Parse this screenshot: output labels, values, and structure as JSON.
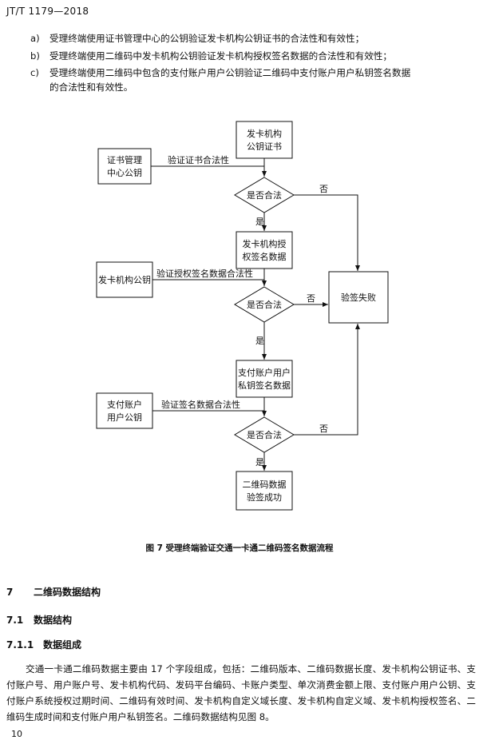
{
  "header": {
    "code": "JT/T 1179—2018"
  },
  "list": [
    {
      "marker": "a)",
      "text": "受理终端使用证书管理中心的公钥验证发卡机构公钥证书的合法性和有效性；"
    },
    {
      "marker": "b)",
      "text": "受理终端使用二维码中发卡机构公钥验证发卡机构授权签名数据的合法性和有效性；"
    },
    {
      "marker": "c)",
      "text": "受理终端使用二维码中包含的支付账户用户公钥验证二维码中支付账户用户私钥签名数据",
      "cont": "的合法性和有效性。"
    }
  ],
  "flow": {
    "box_issuer_cert": [
      "发卡机构",
      "公钥证书"
    ],
    "box_ca_key": [
      "证书管理",
      "中心公钥"
    ],
    "edge_verify_cert": "验证证书合法性",
    "decision": "是否合法",
    "yes": "是",
    "no": "否",
    "box_auth_sig": [
      "发卡机构授",
      "权签名数据"
    ],
    "box_issuer_key": "发卡机构公钥",
    "edge_verify_auth": "验证授权签名数据合法性",
    "box_fail": "验签失败",
    "box_user_sig": [
      "支付账户用户",
      "私钥签名数据"
    ],
    "box_user_key": [
      "支付账户",
      "用户公钥"
    ],
    "edge_verify_sig": "验证签名数据合法性",
    "box_success": [
      "二维码数据",
      "验签成功"
    ]
  },
  "caption": "图 7    受理终端验证交通一卡通二维码签名数据流程",
  "sections": [
    {
      "no": "7",
      "title": "二维码数据结构"
    },
    {
      "no": "7.1",
      "title": "数据结构"
    },
    {
      "no": "7.1.1",
      "title": "数据组成"
    }
  ],
  "paragraph": "交通一卡通二维码数据主要由 17 个字段组成，包括：二维码版本、二维码数据长度、发卡机构公钥证书、支付账户号、用户账户号、发卡机构代码、发码平台编码、卡账户类型、单次消费金额上限、支付账户用户公钥、支付账户系统授权过期时间、二维码有效时间、发卡机构自定义域长度、发卡机构自定义域、发卡机构授权签名、二维码生成时间和支付账户用户私钥签名。二维码数据结构见图 8。",
  "page_number": "10"
}
